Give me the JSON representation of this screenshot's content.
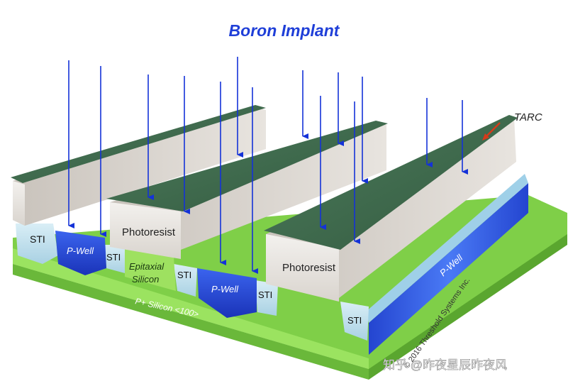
{
  "title": "Boron Implant",
  "labels": {
    "tarc": "TARC",
    "photoresist_mid": "Photoresist",
    "photoresist_right": "Photoresist",
    "epitaxial_line1": "Epitaxial",
    "epitaxial_line2": "Silicon",
    "pwell_left": "P-Well",
    "pwell_mid": "P-Well",
    "pwell_right": "P-Well",
    "sti_1": "STI",
    "sti_2": "STI",
    "sti_3": "STI",
    "sti_4": "STI",
    "sti_5": "STI",
    "substrate": "P+ Silicon <100>",
    "copyright": "© 2016 Threshold Systems Inc.",
    "watermark": "知乎 @昨夜星辰昨夜风"
  },
  "colors": {
    "title": "#1f3fd8",
    "arrow": "#1432d8",
    "tarc": "#3f6b4f",
    "photoresist": "#e6e2dd",
    "substrate_green": "#8edc52",
    "pwell_blue": "#2c4fd8",
    "sti": "#bfe0ee",
    "tarc_pointer": "#d63a1a"
  }
}
